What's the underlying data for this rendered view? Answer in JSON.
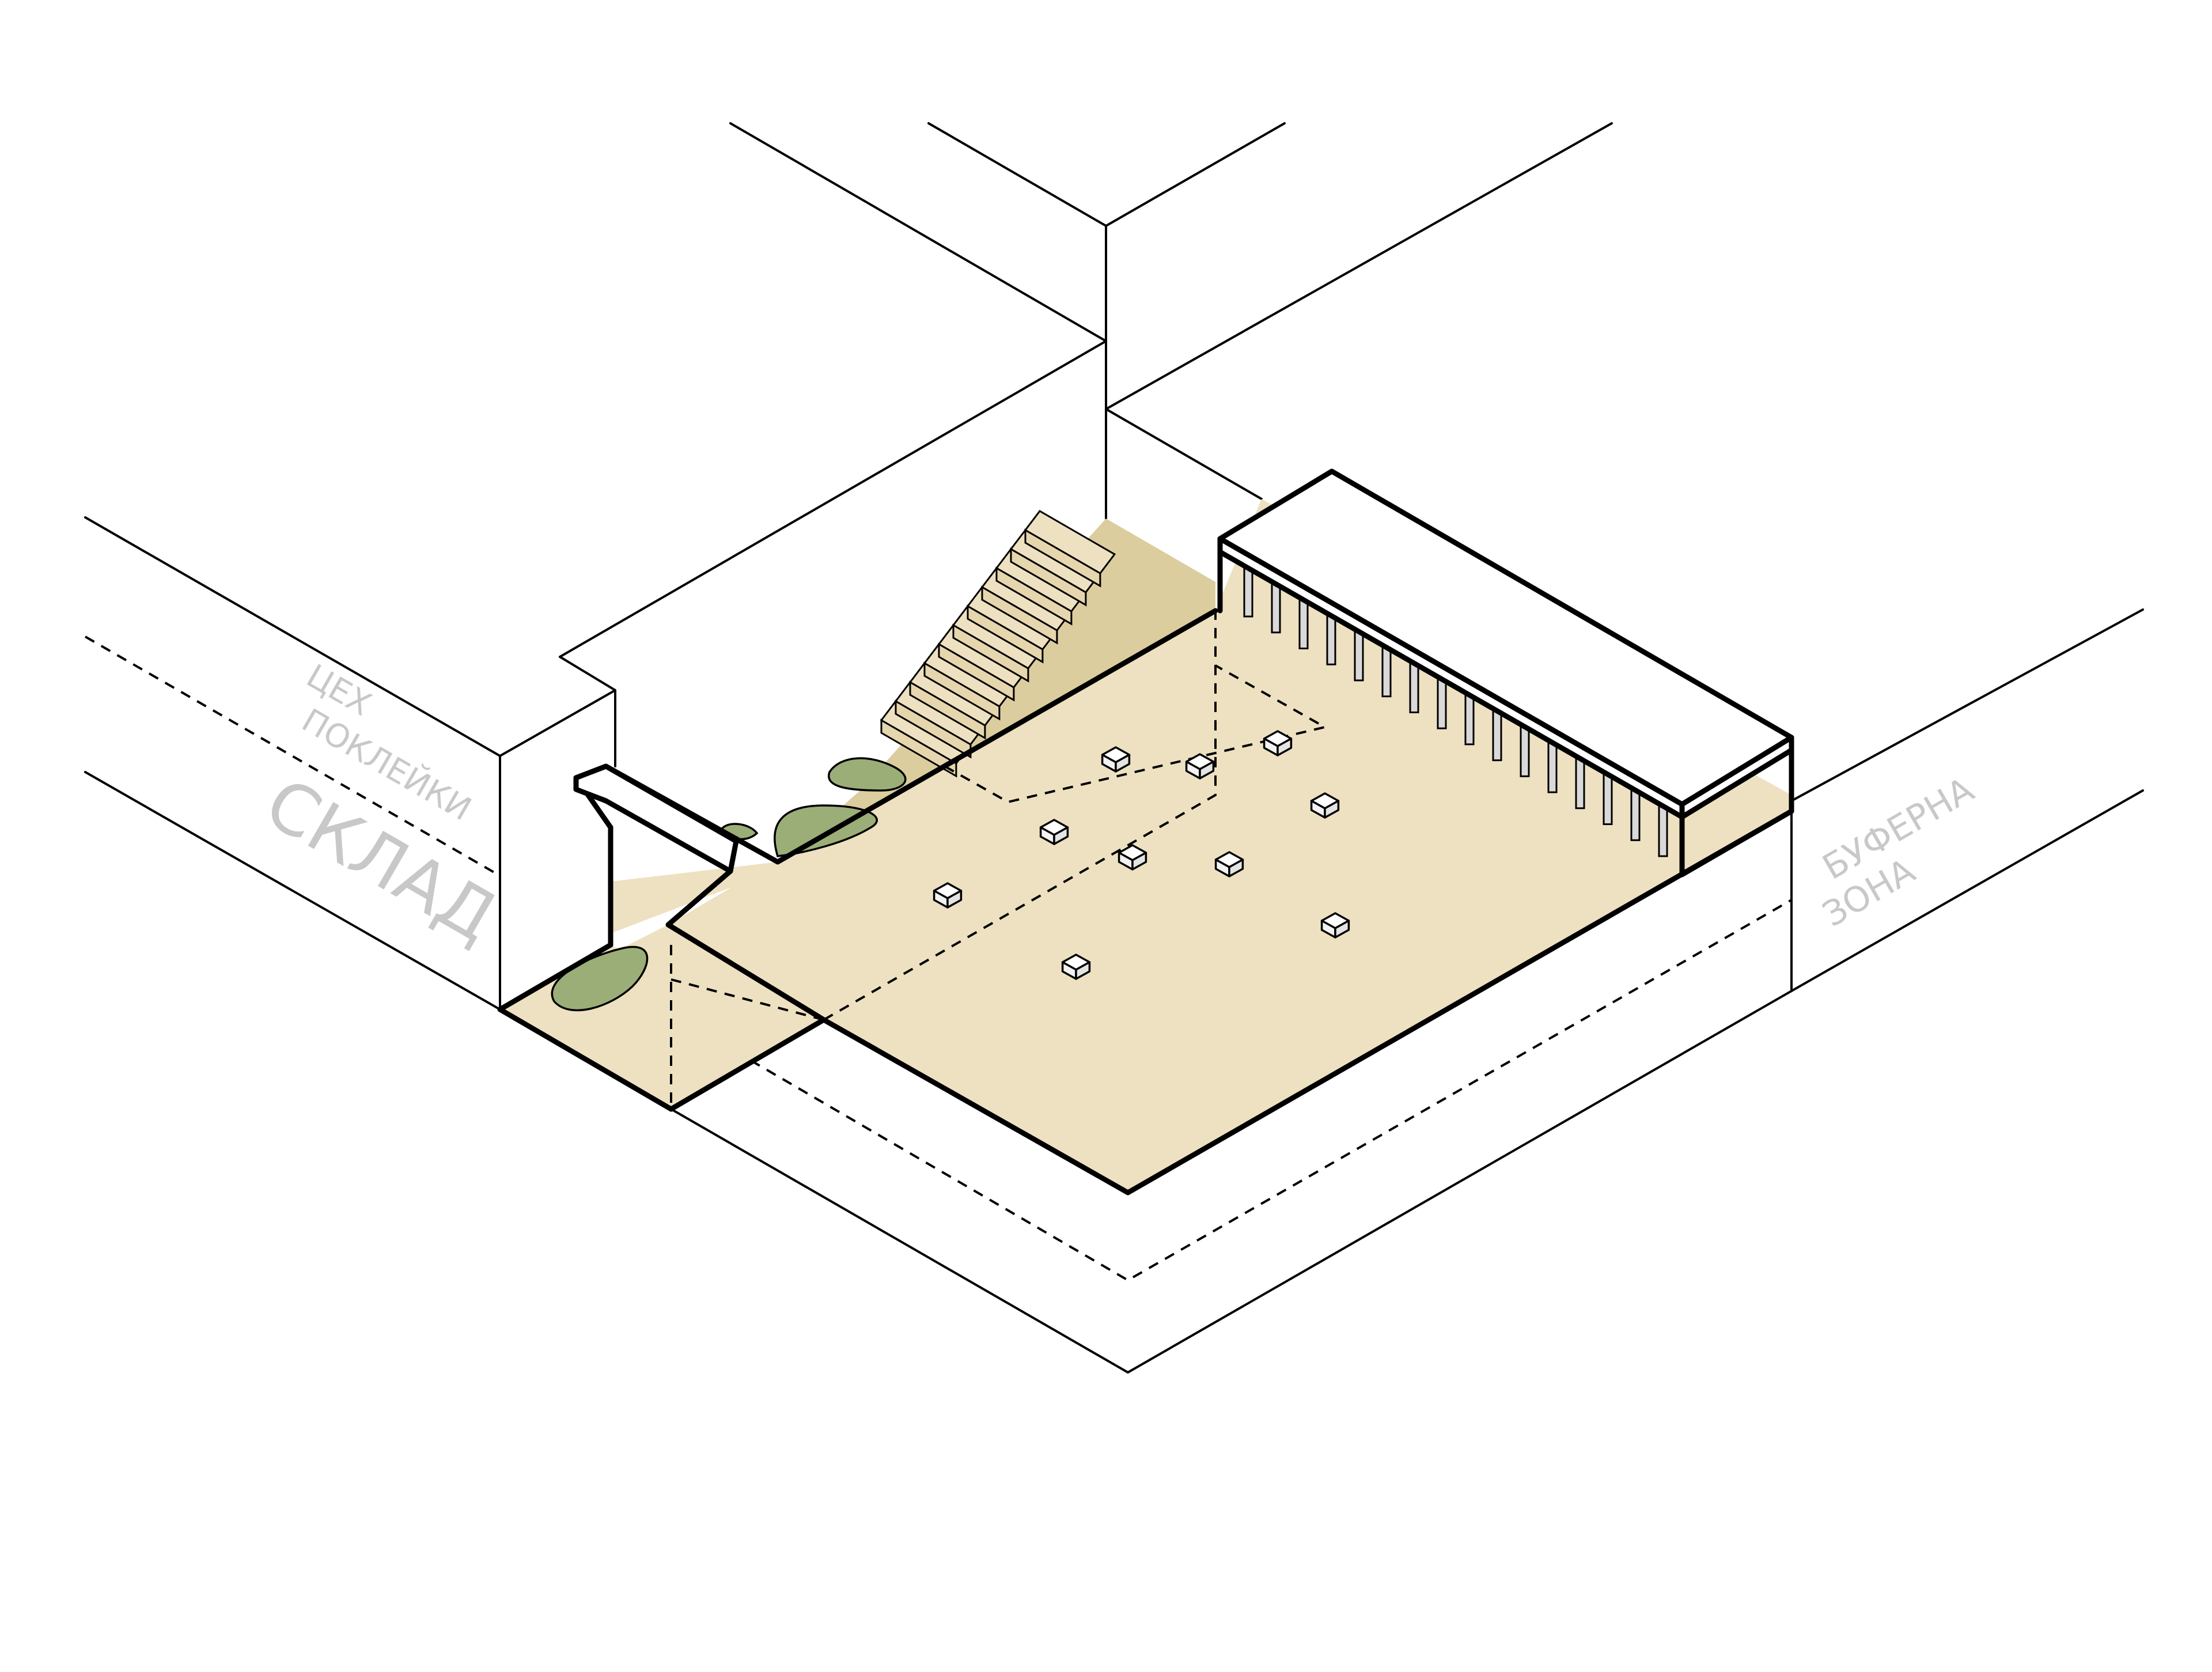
{
  "labels": {
    "workshop_line1": "ЦЕХ",
    "workshop_line2": "ПОКЛЕЙКИ",
    "warehouse": "СКЛАД",
    "buffer_line1": "БУФЕРНА",
    "buffer_line2": "ЗОНА"
  },
  "colors": {
    "floor": "#eee1c1",
    "floor_shadow": "#dccd9f",
    "stairs": "#e6d6ad",
    "greenery": "#9cae78",
    "roof": "#ffffff",
    "label_gray": "#c8c8c8",
    "line": "#000000"
  }
}
